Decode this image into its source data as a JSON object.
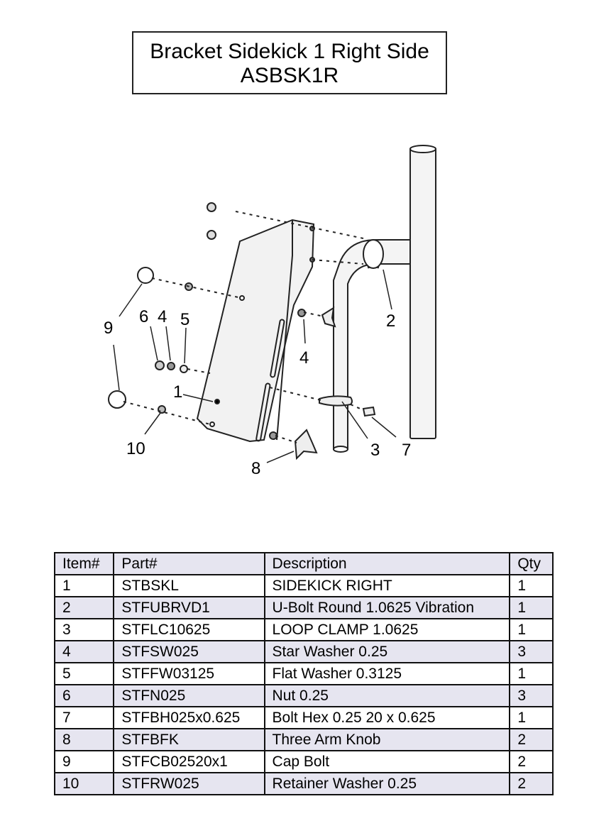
{
  "title": {
    "line1": "Bracket Sidekick 1 Right Side",
    "line2": "ASBSK1R"
  },
  "callouts": [
    "9",
    "6",
    "4",
    "5",
    "2",
    "4",
    "1",
    "10",
    "8",
    "3",
    "7"
  ],
  "table": {
    "headers": [
      "Item#",
      "Part#",
      "Description",
      "Qty"
    ],
    "rows": [
      [
        "1",
        "STBSKL",
        "SIDEKICK  RIGHT",
        "1"
      ],
      [
        "2",
        "STFUBRVD1",
        "U-Bolt Round 1.0625 Vibration",
        "1"
      ],
      [
        "3",
        "STFLC10625",
        "LOOP CLAMP 1.0625",
        "1"
      ],
      [
        "4",
        "STFSW025",
        "Star Washer 0.25",
        "3"
      ],
      [
        "5",
        "STFFW03125",
        "Flat Washer 0.3125",
        "1"
      ],
      [
        "6",
        "STFN025",
        "Nut 0.25",
        "3"
      ],
      [
        "7",
        "STFBH025x0.625",
        "Bolt Hex 0.25 20 x 0.625",
        "1"
      ],
      [
        "8",
        "STFBFK",
        "Three Arm Knob",
        "2"
      ],
      [
        "9",
        "STFCB02520x1",
        "Cap Bolt",
        "2"
      ],
      [
        "10",
        "STFRW025",
        "Retainer Washer 0.25",
        "2"
      ]
    ]
  }
}
